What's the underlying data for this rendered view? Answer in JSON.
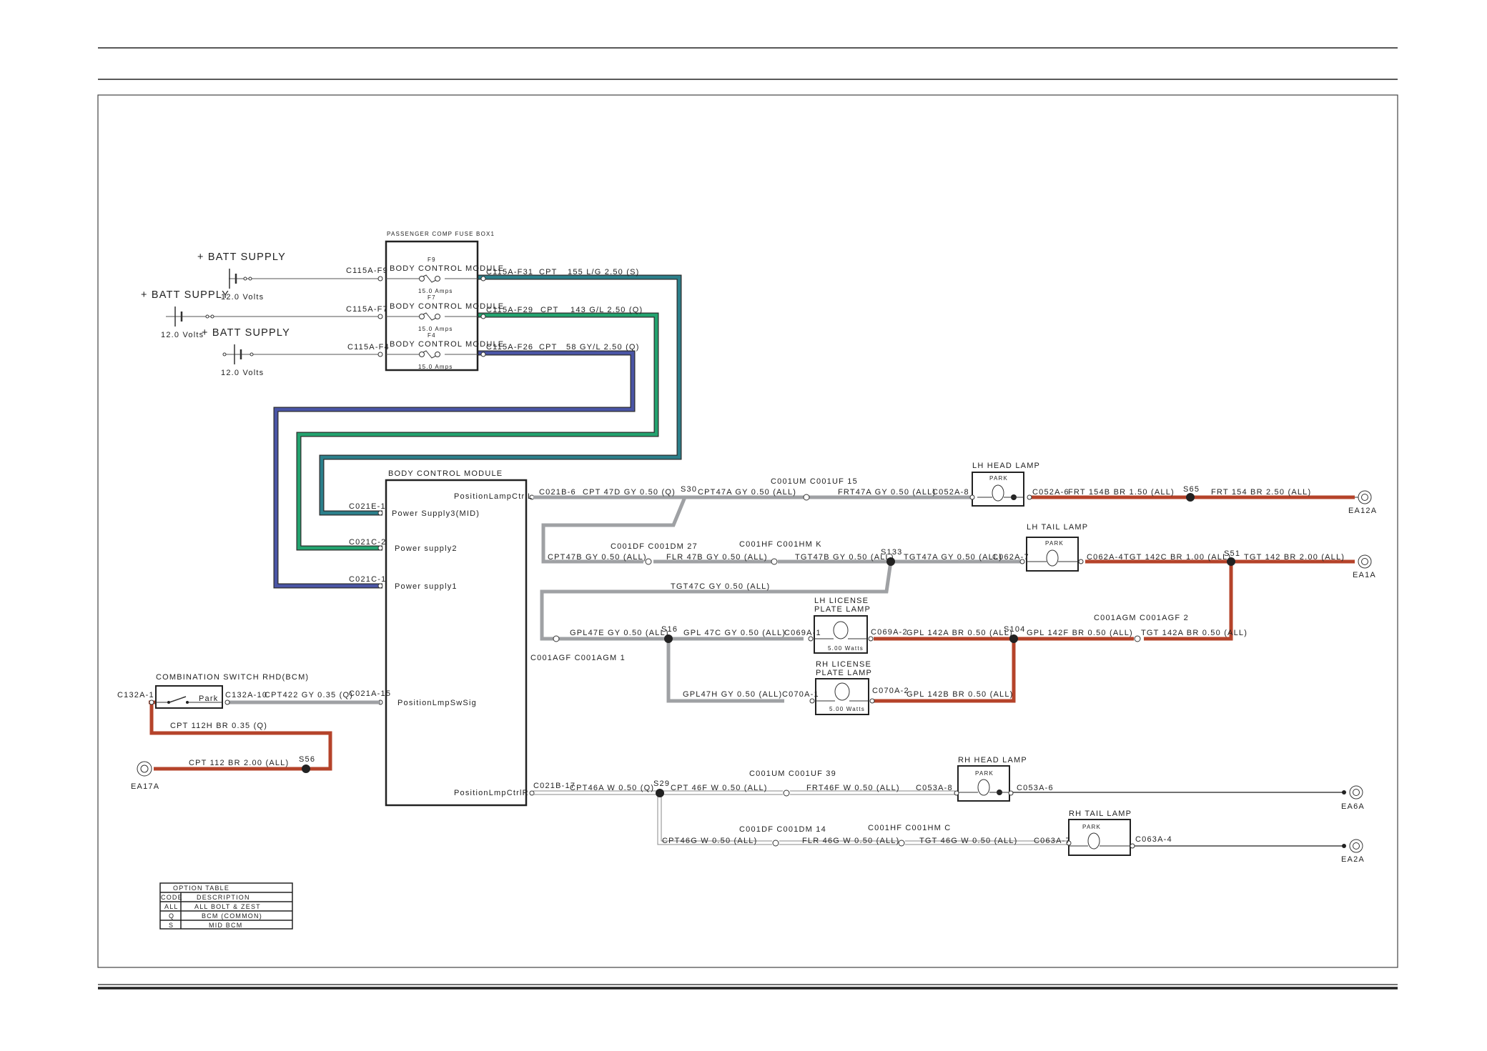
{
  "colors": {
    "brown": "#b5432a",
    "gray": "#9fa1a4",
    "teal": "#2b7f8a",
    "green": "#23a36f",
    "blue": "#4a55a5",
    "white_wire": "#909090"
  },
  "fuse_box": {
    "title": "PASSENGER COMP FUSE BOX1",
    "fuses": [
      {
        "name": "BODY CONTROL MODULE",
        "id": "F9",
        "rating": "15.0 Amps",
        "in_conn": "C115A-F9",
        "out_conn": "C115A-F31",
        "out_wire": "CPT",
        "out_circuit": "155 L/G 2.50 (S)"
      },
      {
        "name": "BODY CONTROL MODULE",
        "id": "F7",
        "rating": "15.0 Amps",
        "in_conn": "C115A-F7",
        "out_conn": "C115A-F29",
        "out_wire": "CPT",
        "out_circuit": "143 G/L 2.50 (Q)"
      },
      {
        "name": "BODY CONTROL MODULE",
        "id": "F4",
        "rating": "15.0 Amps",
        "in_conn": "C115A-F4",
        "out_conn": "C115A-F26",
        "out_wire": "CPT",
        "out_circuit": "58 GY/L 2.50 (Q)"
      }
    ]
  },
  "batteries": [
    {
      "label": "+ BATT SUPPLY",
      "volts": "12.0 Volts"
    },
    {
      "label": "+ BATT SUPPLY",
      "volts": "12.0 Volts"
    },
    {
      "label": "+ BATT SUPPLY",
      "volts": "12.0 Volts"
    }
  ],
  "bcm": {
    "title": "BODY CONTROL MODULE",
    "pins": [
      {
        "conn": "C021E-1",
        "name": "Power Supply3(MID)"
      },
      {
        "conn": "C021C-2",
        "name": "Power supply2"
      },
      {
        "conn": "C021C-1",
        "name": "Power supply1"
      },
      {
        "conn": "C021A-15",
        "name": "PositionLmpSwSig"
      },
      {
        "conn": "C021B-6",
        "name": "PositionLampCtrlL"
      },
      {
        "conn": "C021B-17",
        "name": "PositionLmpCtrlR"
      }
    ]
  },
  "combination_switch": {
    "title": "COMBINATION SWITCH RHD(BCM)",
    "label": "Park",
    "conn_in": "C132A-1",
    "conn_out": "C132A-10",
    "out_wire": "CPT422 GY 0.35 (Q)",
    "wire_112h": "CPT 112H BR 0.35 (Q)",
    "wire_112": "CPT 112 BR 2.00 (ALL)",
    "splice": "S56",
    "ground": "EA17A"
  },
  "upper": {
    "w1": "CPT 47D GY 0.50 (Q)",
    "s30": "S30",
    "w2": "CPT47A GY 0.50 (ALL)",
    "inline1": "C001UM C001UF 15",
    "w3": "FRT47A GY 0.50 (ALL)",
    "lh_head_title": "LH HEAD LAMP",
    "park": "PARK",
    "c052a_in": "C052A-8",
    "c052a_out": "C052A-6",
    "w4": "FRT 154B BR 1.50 (ALL)",
    "s65": "S65",
    "w5": "FRT 154 BR 2.50 (ALL)",
    "ea12a": "EA12A",
    "w6": "CPT47B GY 0.50 (ALL)",
    "inline2": "C001DF C001DM 27",
    "w7": "FLR 47B GY 0.50 (ALL)",
    "inline3": "C001HF C001HM K",
    "w8": "TGT47B GY 0.50 (ALL)",
    "s133": "S133",
    "w9": "TGT47A GY 0.50 (ALL)",
    "lh_tail_title": "LH TAIL LAMP",
    "c062a_in": "C062A-7",
    "c062a_out": "C062A-4",
    "w10": "TGT 142C BR 1.00 (ALL)",
    "s51": "S51",
    "w11": "TGT 142 BR 2.00 (ALL)",
    "ea1a": "EA1A",
    "w12": "TGT47C GY 0.50 (ALL)",
    "w13": "GPL47E GY 0.50 (ALL)",
    "s16": "S16",
    "w14": "GPL 47C GY 0.50 (ALL)",
    "inline4": "C001AGF C001AGM 1",
    "lh_lic_title1": "LH LICENSE",
    "lh_lic_title2": "PLATE LAMP",
    "watts": "5.00 Watts",
    "c069a_in": "C069A-1",
    "c069a_out": "C069A-2",
    "w15": "GPL 142A BR 0.50 (ALL)",
    "s104": "S104",
    "w16": "GPL 142F BR 0.50 (ALL)",
    "inline5": "C001AGM C001AGF 2",
    "w17": "TGT 142A BR 0.50 (ALL)",
    "w18": "GPL47H GY 0.50 (ALL)",
    "rh_lic_title1": "RH LICENSE",
    "rh_lic_title2": "PLATE LAMP",
    "c070a_in": "C070A-1",
    "c070a_out": "C070A-2",
    "w19": "GPL 142B BR 0.50 (ALL)"
  },
  "lower": {
    "w1": "CPT46A W 0.50 (Q)",
    "s29": "S29",
    "w2": "CPT 46F W 0.50 (ALL)",
    "inline1": "C001UM C001UF 39",
    "w3": "FRT46F W 0.50 (ALL)",
    "rh_head_title": "RH HEAD LAMP",
    "park": "PARK",
    "c053a_in": "C053A-8",
    "c053a_out": "C053A-6",
    "ea6a": "EA6A",
    "w4": "CPT46G W 0.50 (ALL)",
    "inline2": "C001DF C001DM 14",
    "w5": "FLR 46G W 0.50 (ALL)",
    "inline3": "C001HF C001HM C",
    "w6": "TGT 46G W 0.50 (ALL)",
    "rh_tail_title": "RH TAIL LAMP",
    "c063a_in": "C063A-7",
    "c063a_out": "C063A-4",
    "ea2a": "EA2A"
  },
  "option_table": {
    "title": "OPTION TABLE",
    "headers": [
      "CODE",
      "DESCRIPTION"
    ],
    "rows": [
      [
        "ALL",
        "ALL BOLT & ZEST"
      ],
      [
        "Q",
        "BCM (COMMON)"
      ],
      [
        "S",
        "MID BCM"
      ]
    ]
  }
}
